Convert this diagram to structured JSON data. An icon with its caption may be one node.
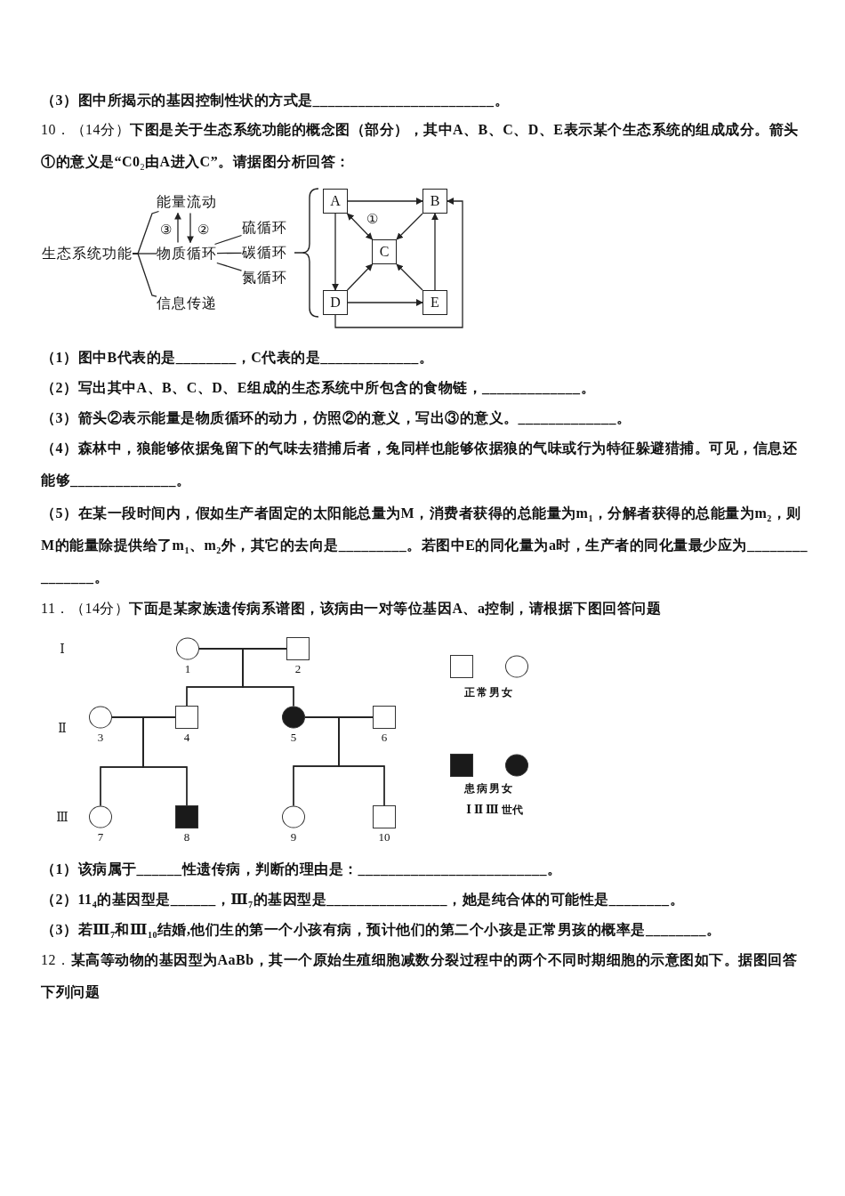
{
  "diagram": {
    "nodes": [
      {
        "text": [
          "生态系统功能"
        ]
      },
      {
        "text": [
          "能量流动"
        ]
      },
      {
        "text": [
          "物质循环"
        ]
      },
      {
        "text": [
          "信息传递"
        ]
      },
      {
        "text": [
          "硫循环"
        ]
      },
      {
        "text": [
          "碳循环"
        ]
      },
      {
        "text": [
          "氮循环"
        ]
      },
      {
        "text": [
          "A"
        ]
      },
      {
        "text": [
          "B"
        ]
      },
      {
        "text": [
          "C"
        ]
      },
      {
        "text": [
          "D"
        ]
      },
      {
        "text": [
          "E"
        ]
      },
      {
        "text": [],
        "shape": "circle",
        "beside": [
          "1"
        ]
      },
      {
        "text": [],
        "shape": "box",
        "beside": [
          "2"
        ]
      },
      {
        "text": [],
        "shape": "circle",
        "beside": [
          "3"
        ]
      },
      {
        "text": [],
        "shape": "box",
        "beside": [
          "4"
        ]
      },
      {
        "text": [],
        "shape": "circle",
        "beside": [
          "5"
        ]
      },
      {
        "text": [],
        "shape": "box",
        "beside": [
          "6"
        ]
      },
      {
        "text": [],
        "shape": "circle",
        "beside": [
          "7"
        ]
      },
      {
        "text": [],
        "shape": "box",
        "beside": [
          "8"
        ]
      },
      {
        "text": [],
        "shape": "circle",
        "beside": [
          "9"
        ]
      },
      {
        "text": [],
        "shape": "box",
        "beside": [
          "10"
        ]
      }
    ],
    "edges": [
      {
        "from": 0,
        "to": 1,
        "arrow": "none"
      },
      {
        "from": 0,
        "to": 2,
        "arrow": "none"
      },
      {
        "from": 0,
        "to": 3,
        "arrow": "none"
      },
      {
        "from": 2,
        "to": 1,
        "arrow": "to",
        "label": "③"
      },
      {
        "from": 1,
        "to": 2,
        "arrow": "to",
        "label": "②"
      },
      {
        "from": 2,
        "to": 4,
        "arrow": "none"
      },
      {
        "from": 2,
        "to": 5,
        "arrow": "none"
      },
      {
        "from": 2,
        "to": 6,
        "arrow": "none"
      },
      {
        "from": 7,
        "to": 8,
        "arrow": "to"
      },
      {
        "from": 7,
        "to": 10,
        "arrow": "to"
      },
      {
        "from": 7,
        "to": 9,
        "arrow": "both",
        "label": "①"
      },
      {
        "from": 8,
        "to": 9,
        "arrow": "to"
      },
      {
        "from": 10,
        "to": 9,
        "arrow": "to"
      },
      {
        "from": 11,
        "to": 9,
        "arrow": "to"
      },
      {
        "from": 10,
        "to": 11,
        "arrow": "to"
      },
      {
        "from": 11,
        "to": 8,
        "arrow": "to"
      },
      {
        "from": 10,
        "to": 8,
        "arrow": "to"
      },
      {
        "from": 12,
        "to": 13,
        "arrow": "none"
      },
      {
        "from": 14,
        "to": 15,
        "arrow": "none"
      },
      {
        "from": 16,
        "to": 17,
        "arrow": "none"
      },
      {
        "from": 12,
        "to": 15,
        "arrow": "none"
      },
      {
        "from": 13,
        "to": 15,
        "arrow": "none"
      },
      {
        "from": 12,
        "to": 16,
        "arrow": "none"
      },
      {
        "from": 13,
        "to": 16,
        "arrow": "none"
      },
      {
        "from": 14,
        "to": 18,
        "arrow": "none"
      },
      {
        "from": 15,
        "to": 18,
        "arrow": "none"
      },
      {
        "from": 14,
        "to": 19,
        "arrow": "none"
      },
      {
        "from": 15,
        "to": 19,
        "arrow": "none"
      },
      {
        "from": 16,
        "to": 20,
        "arrow": "none"
      },
      {
        "from": 17,
        "to": 20,
        "arrow": "none"
      },
      {
        "from": 16,
        "to": 21,
        "arrow": "none"
      },
      {
        "from": 17,
        "to": 21,
        "arrow": "none"
      }
    ],
    "labels": [
      "（3）图中所揭示的基因控制性状的方式是________________________。",
      "10．（14分）**下图是关于生态系统功能的概念图（部分），其中A、B、C、D、E表示某个生态系统的组成成分。箭头①的意义是“C0**$_{2}$**由A进入C”。请据图分析回答：**",
      "（1）图中B代表的是________，C代表的是_____________。",
      "（2）写出其中A、B、C、D、E组成的生态系统中所包含的食物链，_____________。",
      "（3）箭头②表示能量是物质循环的动力，仿照②的意义，写出③的意义。_____________。",
      "（4）森林中，狼能够依据兔留下的气味去猎捕后者，兔同样也能够依据狼的气味或行为特征躲避猎捕。可见，信息还能够______________。",
      "（5）在某一段时间内，假如生产者固定的太阳能总量为M，消费者获得的总能量为m$_{1}$，分解者获得的总能量为m$_{2}$，则M的能量除提供给了m$_{1}$、m$_{2}$外，其它的去向是_________。若图中E的同化量为a时，生产者的同化量最少应为_______________。",
      "11．（14分）**下面是某家族遗传病系谱图，该病由一对等位基因A、a控制，请根据下图回答问题**",
      "Ⅰ",
      "Ⅱ",
      "Ⅲ",
      "Ⅰ Ⅱ Ⅲ 世代",
      "（1）该病属于______性遗传病，判断的理由是：_________________________。",
      "（2）11$_{4}$的基因型是______，Ⅲ$_{7}$的基因型是________________，她是纯合体的可能性是________。",
      "（3）若Ⅲ$_{7}$和Ⅲ$_{10}$结婚,他们生的第一个小孩有病，预计他们的第二个小孩是正常男孩的概率是________。",
      "12．**某高等动物的基因型为AaBb，其一个原始生殖细胞减数分裂过程中的两个不同时期细胞的示意图如下。据图回答下列问题**"
    ],
    "legend": [
      {
        "text": "正常男女"
      },
      {
        "text": "患病男女"
      }
    ]
  }
}
